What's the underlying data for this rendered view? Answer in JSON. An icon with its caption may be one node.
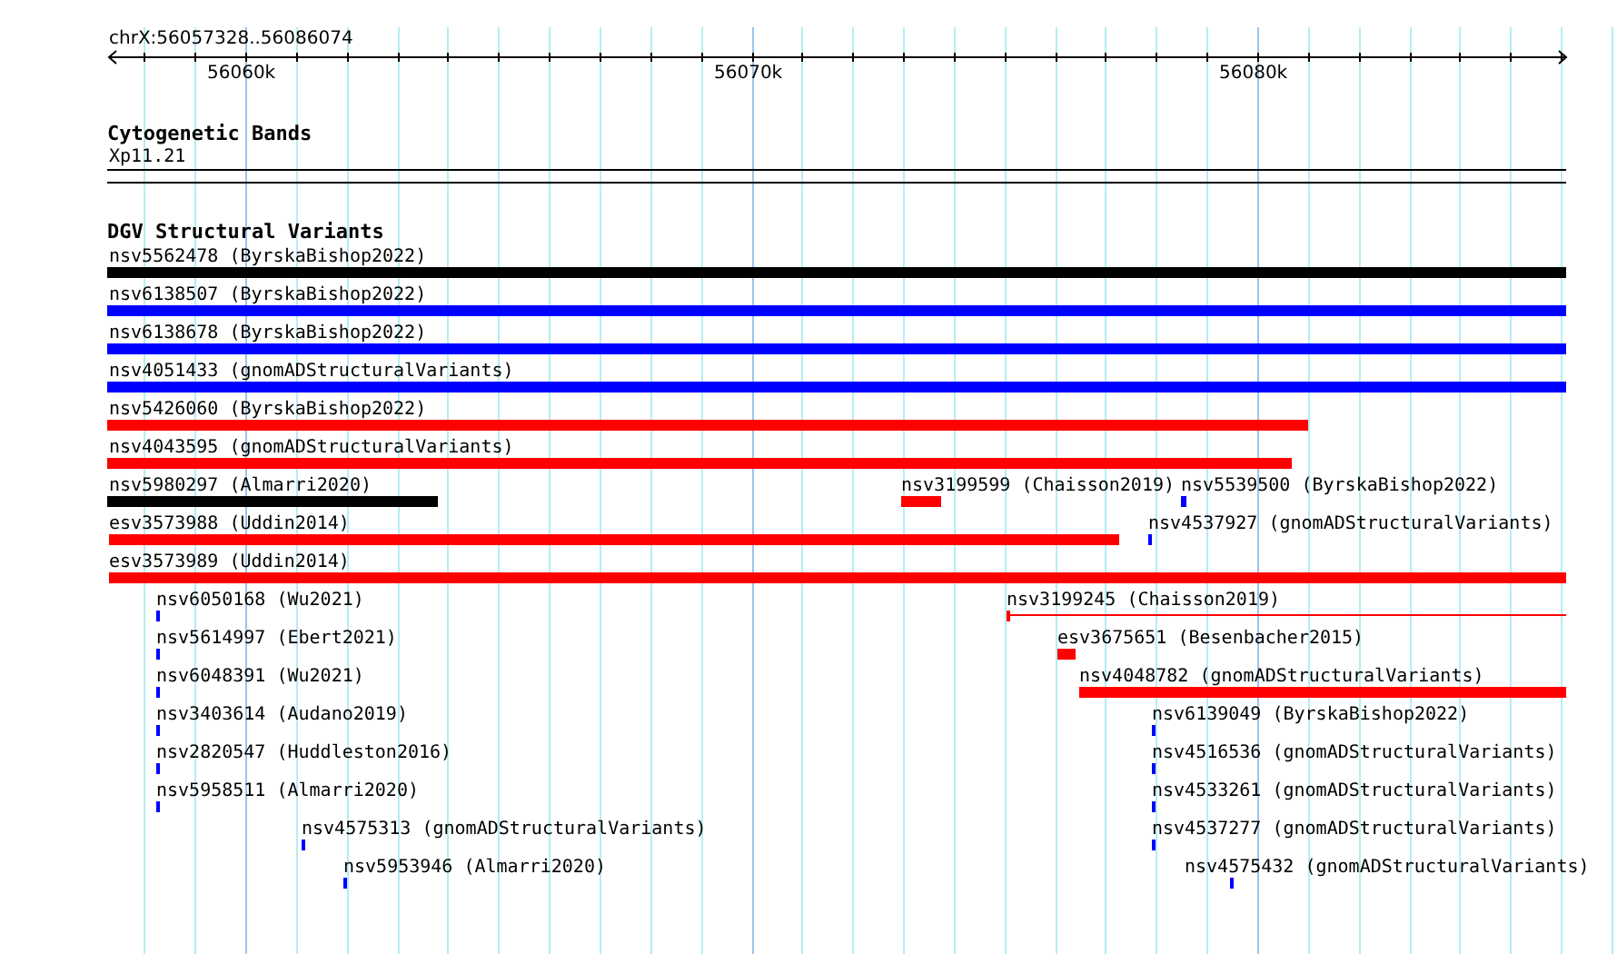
{
  "diagram": {
    "labels": [
      "chrX:56057328..56086074",
      "56060k",
      "56070k",
      "56080k",
      "Cytogenetic Bands",
      "Xp11.21",
      "DGV Structural Variants",
      "nsv5562478 (ByrskaBishop2022)",
      "nsv6138507 (ByrskaBishop2022)",
      "nsv6138678 (ByrskaBishop2022)",
      "nsv4051433 (gnomADStructuralVariants)",
      "nsv5426060 (ByrskaBishop2022)",
      "nsv4043595 (gnomADStructuralVariants)",
      "nsv5980297 (Almarri2020)",
      "nsv3199599 (Chaisson2019)",
      "nsv5539500 (ByrskaBishop2022)",
      "esv3573988 (Uddin2014)",
      "nsv4537927 (gnomADStructuralVariants)",
      "esv3573989 (Uddin2014)",
      "nsv6050168 (Wu2021)",
      "nsv3199245 (Chaisson2019)",
      "nsv5614997 (Ebert2021)",
      "esv3675651 (Besenbacher2015)",
      "nsv6048391 (Wu2021)",
      "nsv4048782 (gnomADStructuralVariants)",
      "nsv3403614 (Audano2019)",
      "nsv6139049 (ByrskaBishop2022)",
      "nsv2820547 (Huddleston2016)",
      "nsv4516536 (gnomADStructuralVariants)",
      "nsv5958511 (Almarri2020)",
      "nsv4533261 (gnomADStructuralVariants)",
      "nsv4575313 (gnomADStructuralVariants)",
      "nsv4537277 (gnomADStructuralVariants)",
      "nsv5953946 (Almarri2020)",
      "nsv4575432 (gnomADStructuralVariants)"
    ]
  }
}
